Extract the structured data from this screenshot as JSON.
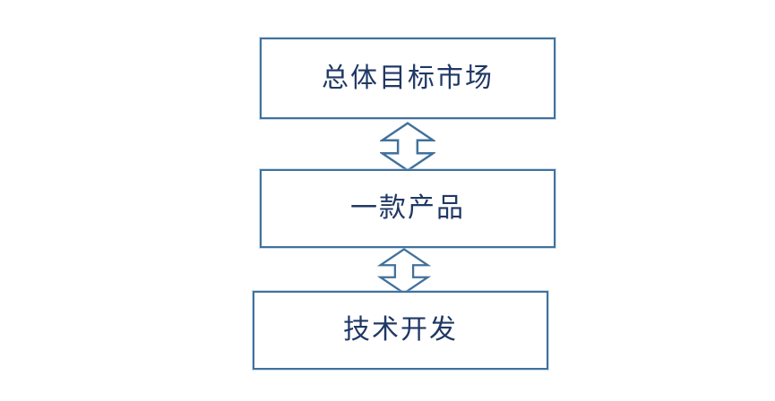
{
  "diagram": {
    "title": "vertical flow diagram",
    "background_color": "#ffffff",
    "box_border_color": "#41719C",
    "box_fill_color": "#ffffff",
    "text_color": "#1F3864",
    "arrow_stroke_color": "#41719C",
    "arrow_fill_color": "#ffffff",
    "nodes": [
      {
        "id": "top",
        "label": "总体目标市场"
      },
      {
        "id": "middle",
        "label": "一款产品"
      },
      {
        "id": "bottom",
        "label": "技术开发"
      }
    ],
    "connectors": [
      {
        "type": "double-headed-vertical-arrow",
        "from": "总体目标市场",
        "to": "一款产品"
      },
      {
        "type": "double-headed-vertical-arrow",
        "from": "一款产品",
        "to": "技术开发"
      }
    ]
  }
}
